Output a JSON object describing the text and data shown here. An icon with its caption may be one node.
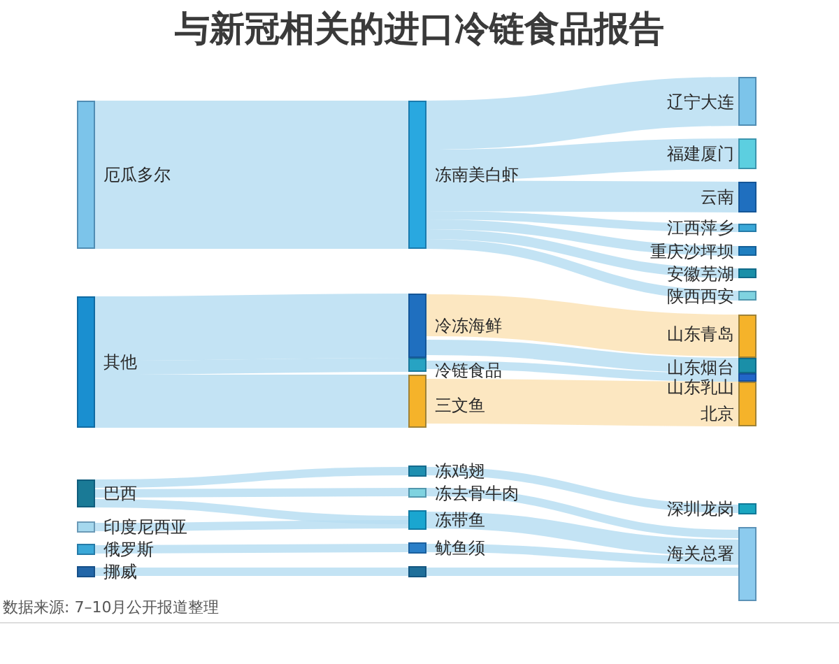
{
  "diagram": {
    "title": "与新冠相关的进口冷链食品报告",
    "caption": "数据来源: 7–10月公开报道整理",
    "nodes": [
      {
        "text": [
          "厄瓜多尔"
        ]
      },
      {
        "text": [
          "其他"
        ]
      },
      {
        "text": [
          "巴西"
        ]
      },
      {
        "text": [
          "印度尼西亚"
        ]
      },
      {
        "text": [
          "俄罗斯"
        ]
      },
      {
        "text": [
          "挪威"
        ]
      },
      {
        "text": [
          "冻南美白虾"
        ]
      },
      {
        "text": [
          "冷冻海鲜"
        ]
      },
      {
        "text": [
          "冷链食品"
        ]
      },
      {
        "text": [
          "三文鱼"
        ]
      },
      {
        "text": [
          "冻鸡翅"
        ]
      },
      {
        "text": [
          "冻去骨牛肉"
        ]
      },
      {
        "text": [
          "冻带鱼"
        ]
      },
      {
        "text": [
          "鱿鱼须"
        ]
      },
      {
        "text": [],
        "shape": "bar"
      },
      {
        "text": [
          "辽宁大连"
        ]
      },
      {
        "text": [
          "福建厦门"
        ]
      },
      {
        "text": [
          "云南"
        ]
      },
      {
        "text": [
          "江西萍乡"
        ]
      },
      {
        "text": [
          "重庆沙坪坝"
        ]
      },
      {
        "text": [
          "安徽芜湖"
        ]
      },
      {
        "text": [
          "陕西西安"
        ]
      },
      {
        "text": [
          "山东青岛"
        ]
      },
      {
        "text": [
          "山东烟台"
        ]
      },
      {
        "text": [
          "山东乳山"
        ]
      },
      {
        "text": [
          "北京"
        ]
      },
      {
        "text": [
          "深圳龙岗"
        ]
      },
      {
        "text": [
          "海关总署"
        ]
      }
    ],
    "edges": [
      {
        "from": 0,
        "to": 6,
        "arrow": "none",
        "style": "thick"
      },
      {
        "from": 1,
        "to": 7,
        "arrow": "none",
        "style": "thick"
      },
      {
        "from": 1,
        "to": 8,
        "arrow": "none"
      },
      {
        "from": 1,
        "to": 9,
        "arrow": "none",
        "style": "thick"
      },
      {
        "from": 2,
        "to": 10,
        "arrow": "none"
      },
      {
        "from": 2,
        "to": 11,
        "arrow": "none"
      },
      {
        "from": 2,
        "to": 12,
        "arrow": "none"
      },
      {
        "from": 3,
        "to": 12,
        "arrow": "none"
      },
      {
        "from": 4,
        "to": 13,
        "arrow": "none"
      },
      {
        "from": 5,
        "to": 14,
        "arrow": "none"
      },
      {
        "from": 6,
        "to": 15,
        "arrow": "none",
        "style": "thick"
      },
      {
        "from": 6,
        "to": 16,
        "arrow": "none",
        "style": "thick"
      },
      {
        "from": 6,
        "to": 17,
        "arrow": "none",
        "style": "thick"
      },
      {
        "from": 6,
        "to": 18,
        "arrow": "none"
      },
      {
        "from": 6,
        "to": 19,
        "arrow": "none"
      },
      {
        "from": 6,
        "to": 20,
        "arrow": "none"
      },
      {
        "from": 6,
        "to": 21,
        "arrow": "none"
      },
      {
        "from": 7,
        "to": 22,
        "arrow": "none",
        "style": "thick",
        "color": "#fce3b6"
      },
      {
        "from": 7,
        "to": 23,
        "arrow": "none"
      },
      {
        "from": 8,
        "to": 24,
        "arrow": "none"
      },
      {
        "from": 9,
        "to": 25,
        "arrow": "none",
        "style": "thick",
        "color": "#fce3b6"
      },
      {
        "from": 10,
        "to": 26,
        "arrow": "none"
      },
      {
        "from": 11,
        "to": 27,
        "arrow": "none"
      },
      {
        "from": 12,
        "to": 27,
        "arrow": "none"
      },
      {
        "from": 13,
        "to": 27,
        "arrow": "none"
      },
      {
        "from": 14,
        "to": 27,
        "arrow": "none"
      }
    ]
  }
}
